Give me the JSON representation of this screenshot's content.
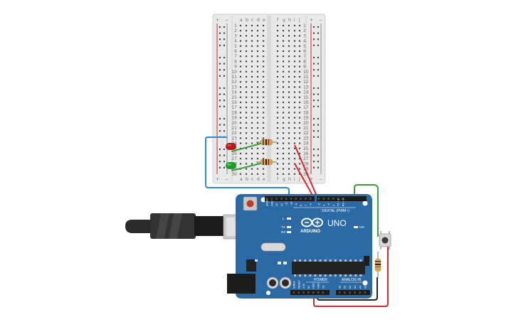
{
  "breadboard": {
    "rail_plus": "+",
    "rail_minus": "−",
    "col_letters_left": [
      "a",
      "b",
      "c",
      "d",
      "e"
    ],
    "col_letters_right": [
      "f",
      "g",
      "h",
      "i",
      "j"
    ],
    "row_numbers": [
      "1",
      "2",
      "3",
      "4",
      "5",
      "6",
      "7",
      "8",
      "9",
      "10",
      "11",
      "12",
      "13",
      "14",
      "15",
      "16",
      "17",
      "18",
      "19",
      "20",
      "21",
      "22",
      "23",
      "24",
      "25",
      "26",
      "27",
      "28",
      "29",
      "30"
    ]
  },
  "arduino": {
    "brand": "ARDUINO",
    "model": "UNO",
    "digital_header_label": "DIGITAL (PWM~)",
    "power_label": "POWER",
    "analog_label": "ANALOG IN",
    "on_label": "ON",
    "tx_label": "TX",
    "rx_label": "RX",
    "l_label": "L",
    "digital_pins": [
      "AREF",
      "GND",
      "13",
      "12",
      "~11",
      "~10",
      "~9",
      "8",
      "7",
      "~6",
      "~5",
      "4",
      "~3",
      "2",
      "TX→1",
      "RX←0"
    ],
    "power_pins": [
      "IOREF",
      "RESET",
      "3.3V",
      "5V",
      "GND",
      "GND",
      "Vin"
    ],
    "analog_pins": [
      "A0",
      "A1",
      "A2",
      "A3",
      "A4",
      "A5"
    ]
  },
  "colors": {
    "board_blue": "#2c6aa5",
    "wire_red": "#d7282f",
    "wire_green": "#3aa13a",
    "wire_blue": "#2a8fd0",
    "wire_black": "#222222",
    "led_red": "#b31b1b",
    "led_green": "#1f9a2e"
  },
  "components": {
    "led_red": "red-led-icon",
    "led_green": "green-led-icon",
    "pushbutton": "pushbutton-icon",
    "usb_cable": "usb-cable-icon",
    "resistor": "resistor-icon"
  }
}
